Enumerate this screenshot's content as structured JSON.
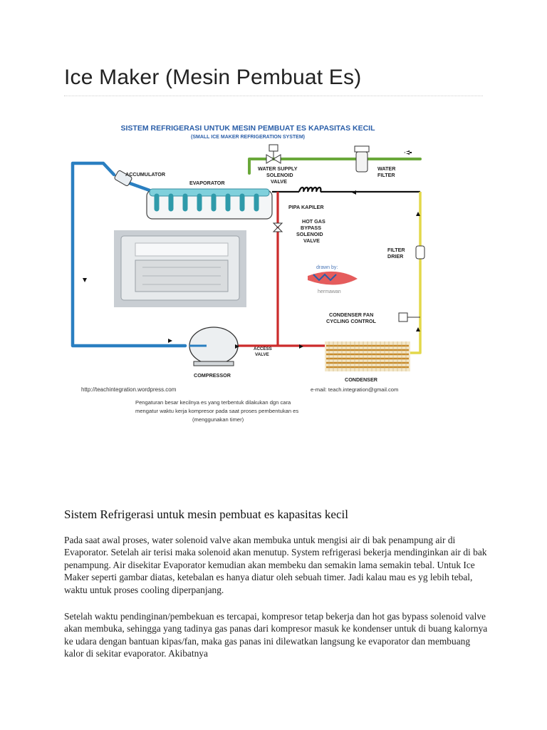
{
  "page": {
    "title": "Ice Maker (Mesin Pembuat Es)"
  },
  "figure": {
    "title": "SISTEM REFRIGERASI UNTUK MESIN PEMBUAT ES KAPASITAS KECIL",
    "subtitle": "(SMALL ICE MAKER REFRIGERATION SYSTEM)",
    "labels": {
      "accumulator": "ACCUMULATOR",
      "evaporator": "EVAPORATOR",
      "water_supply_valve": [
        "WATER SUPPLY",
        "SOLENOID",
        "VALVE"
      ],
      "water_filter": [
        "WATER",
        "FILTER"
      ],
      "pipa_kapiler": "PIPA KAPILER",
      "hot_gas_valve": [
        "HOT GAS",
        "BYPASS",
        "SOLENOID",
        "VALVE"
      ],
      "filter_drier": [
        "FILTER",
        "DRIER"
      ],
      "condenser_fan": [
        "CONDENSER FAN",
        "CYCLING CONTROL"
      ],
      "access_valve": [
        "ACCESS",
        "VALVE"
      ],
      "compressor": "COMPRESSOR",
      "condenser": "CONDENSER"
    },
    "credit": {
      "top": "drawn by:",
      "bottom": "hermawan"
    },
    "url": "http://teachintegration.wordpress.com",
    "email": "e-mail: teach.integration@gmail.com",
    "caption": [
      "Pengaturan besar kecilnya es yang terbentuk dilakukan dgn cara",
      "mengatur waktu kerja kompresor pada saat proses pembentukan es",
      "(menggunakan timer)"
    ],
    "colors": {
      "suction": "#2a7fc1",
      "discharge": "#cc2b2b",
      "liquid": "#e3d84a",
      "water": "#6aa83a",
      "evaporator": "#7fd0dc"
    }
  },
  "section": {
    "heading": "Sistem Refrigerasi untuk mesin pembuat es kapasitas kecil"
  },
  "paragraphs": [
    "Pada saat awal proses, water solenoid valve akan membuka untuk mengisi air di bak penampung air di Evaporator. Setelah air terisi maka solenoid akan menutup. System refrigerasi bekerja mendinginkan air di bak penampung. Air disekitar Evaporator kemudian akan membeku dan semakin lama semakin tebal. Untuk Ice Maker seperti gambar diatas, ketebalan es hanya diatur oleh sebuah timer. Jadi kalau mau es yg lebih tebal, waktu untuk proses cooling diperpanjang.",
    "Setelah waktu pendinginan/pembekuan es tercapai, kompresor tetap bekerja dan hot gas bypass solenoid valve akan membuka, sehingga yang tadinya gas panas dari kompresor masuk ke kondenser untuk di buang kalornya ke udara dengan bantuan kipas/fan, maka gas panas ini dilewatkan langsung ke evaporator dan membuang kalor di sekitar evaporator. Akibatnya"
  ]
}
